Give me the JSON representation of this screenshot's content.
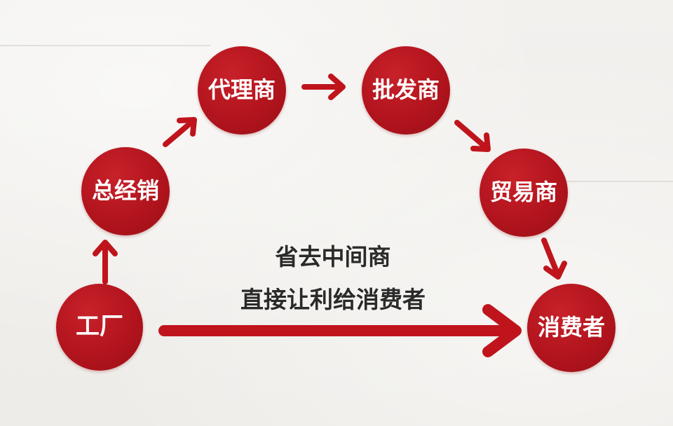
{
  "nodes": {
    "factory": "工厂",
    "general_distributor": "总经销",
    "agent": "代理商",
    "wholesaler": "批发商",
    "trader": "贸易商",
    "consumer": "消费者"
  },
  "caption": {
    "line1": "省去中间商",
    "line2": "直接让利给消费者"
  },
  "colors": {
    "node_fill": "#b2141d",
    "arrow": "#c0141c",
    "text_dark": "#2a2a2a",
    "background": "#f1efec"
  }
}
